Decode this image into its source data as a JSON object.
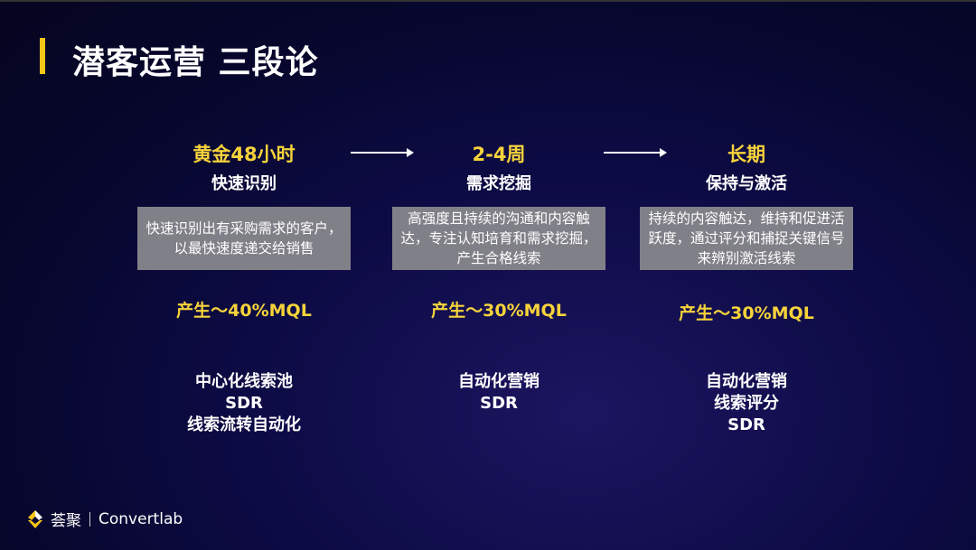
{
  "title": "潜客运营 三段论",
  "columns": [
    {
      "period": "黄金48小时",
      "stage": "快速识别",
      "desc": "快速识别出有采购需求的客户，以最快速度递交给销售",
      "mql": "产生～40%MQL",
      "tools": [
        "中心化线索池",
        "SDR",
        "线索流转自动化"
      ]
    },
    {
      "period": "2-4周",
      "stage": "需求挖掘",
      "desc": "高强度且持续的沟通和内容触达，专注认知培育和需求挖掘，产生合格线索",
      "mql": "产生～30%MQL",
      "tools": [
        "自动化营销",
        "SDR"
      ]
    },
    {
      "period": "长期",
      "stage": "保持与激活",
      "desc": "持续的内容触达，维持和促进活跃度，通过评分和捕捉关键信号来辨别激活线索",
      "mql": "产生～30%MQL",
      "tools": [
        "自动化营销",
        "线索评分",
        "SDR"
      ]
    }
  ],
  "logo": {
    "cn": "荟聚",
    "en": "Convertlab"
  }
}
